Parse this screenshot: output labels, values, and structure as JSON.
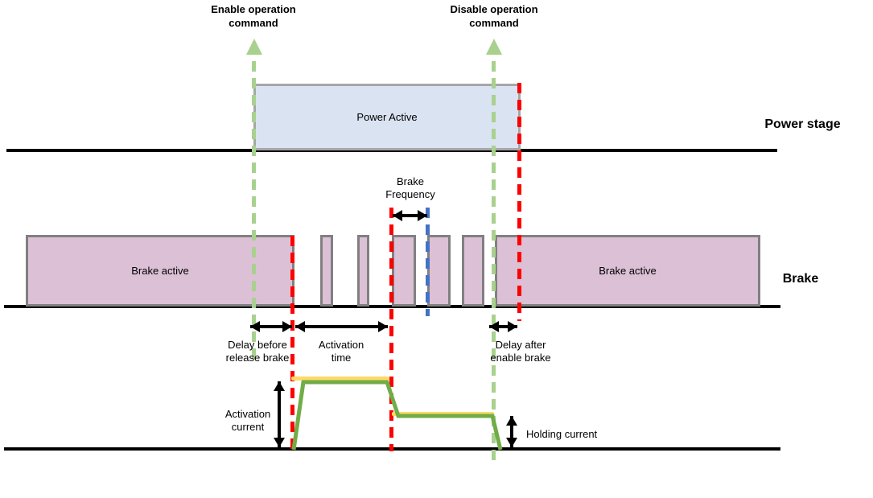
{
  "colors": {
    "green-dash": "#a9d18e",
    "red-dash": "#ff0000",
    "blue-dash": "#4472c4",
    "power-fill": "#dae3f1",
    "power-border": "#a6a6a6",
    "brake-fill": "#dcc0d5",
    "brake-border": "#808080",
    "wave-green": "#70ad47",
    "wave-yellow": "#ffd966",
    "line-black": "#000000"
  },
  "commands": {
    "enable": "Enable operation\ncommand",
    "disable": "Disable operation\ncommand"
  },
  "power_stage": {
    "axis_label": "Power stage",
    "active_label": "Power Active"
  },
  "brake": {
    "axis_label": "Brake",
    "active_left": "Brake active",
    "active_right": "Brake active",
    "frequency_label": "Brake\nFrequency"
  },
  "timing": {
    "delay_before": "Delay before\nrelease brake",
    "activation_time": "Activation\ntime",
    "delay_after": "Delay after\nenable brake"
  },
  "current": {
    "activation": "Activation\ncurrent",
    "holding": "Holding current"
  }
}
